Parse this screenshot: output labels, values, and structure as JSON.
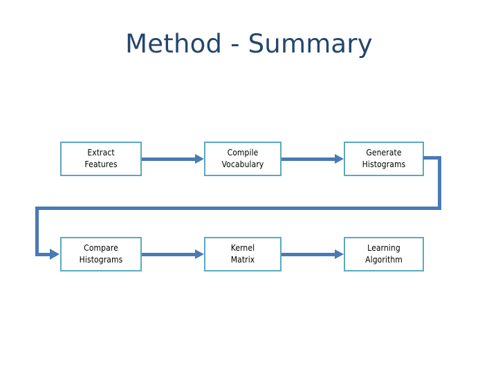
{
  "slide": {
    "title": "Method - Summary",
    "background_color": "#ffffff",
    "title_color": "#24466e"
  },
  "theme": {
    "box_border_color": "#5aa9be",
    "box_fill_color": "#ffffff",
    "box_text_color": "#000000",
    "connector_color": "#4a7ab5"
  },
  "diagram": {
    "type": "flowchart",
    "nodes": [
      {
        "id": "extract-features",
        "line1": "Extract",
        "line2": "Features",
        "row": 1,
        "col": 1
      },
      {
        "id": "compile-vocabulary",
        "line1": "Compile",
        "line2": "Vocabulary",
        "row": 1,
        "col": 2
      },
      {
        "id": "generate-histograms",
        "line1": "Generate",
        "line2": "Histograms",
        "row": 1,
        "col": 3
      },
      {
        "id": "compare-histograms",
        "line1": "Compare",
        "line2": "Histograms",
        "row": 2,
        "col": 1
      },
      {
        "id": "kernel-matrix",
        "line1": "Kernel",
        "line2": "Matrix",
        "row": 2,
        "col": 2
      },
      {
        "id": "learning-algorithm",
        "line1": "Learning",
        "line2": "Algorithm",
        "row": 2,
        "col": 3
      }
    ],
    "edges": [
      {
        "from": "extract-features",
        "to": "compile-vocabulary",
        "style": "straight-right"
      },
      {
        "from": "compile-vocabulary",
        "to": "generate-histograms",
        "style": "straight-right"
      },
      {
        "from": "generate-histograms",
        "to": "compare-histograms",
        "style": "elbow-wrap-around"
      },
      {
        "from": "compare-histograms",
        "to": "kernel-matrix",
        "style": "straight-right"
      },
      {
        "from": "kernel-matrix",
        "to": "learning-algorithm",
        "style": "straight-right"
      }
    ]
  }
}
